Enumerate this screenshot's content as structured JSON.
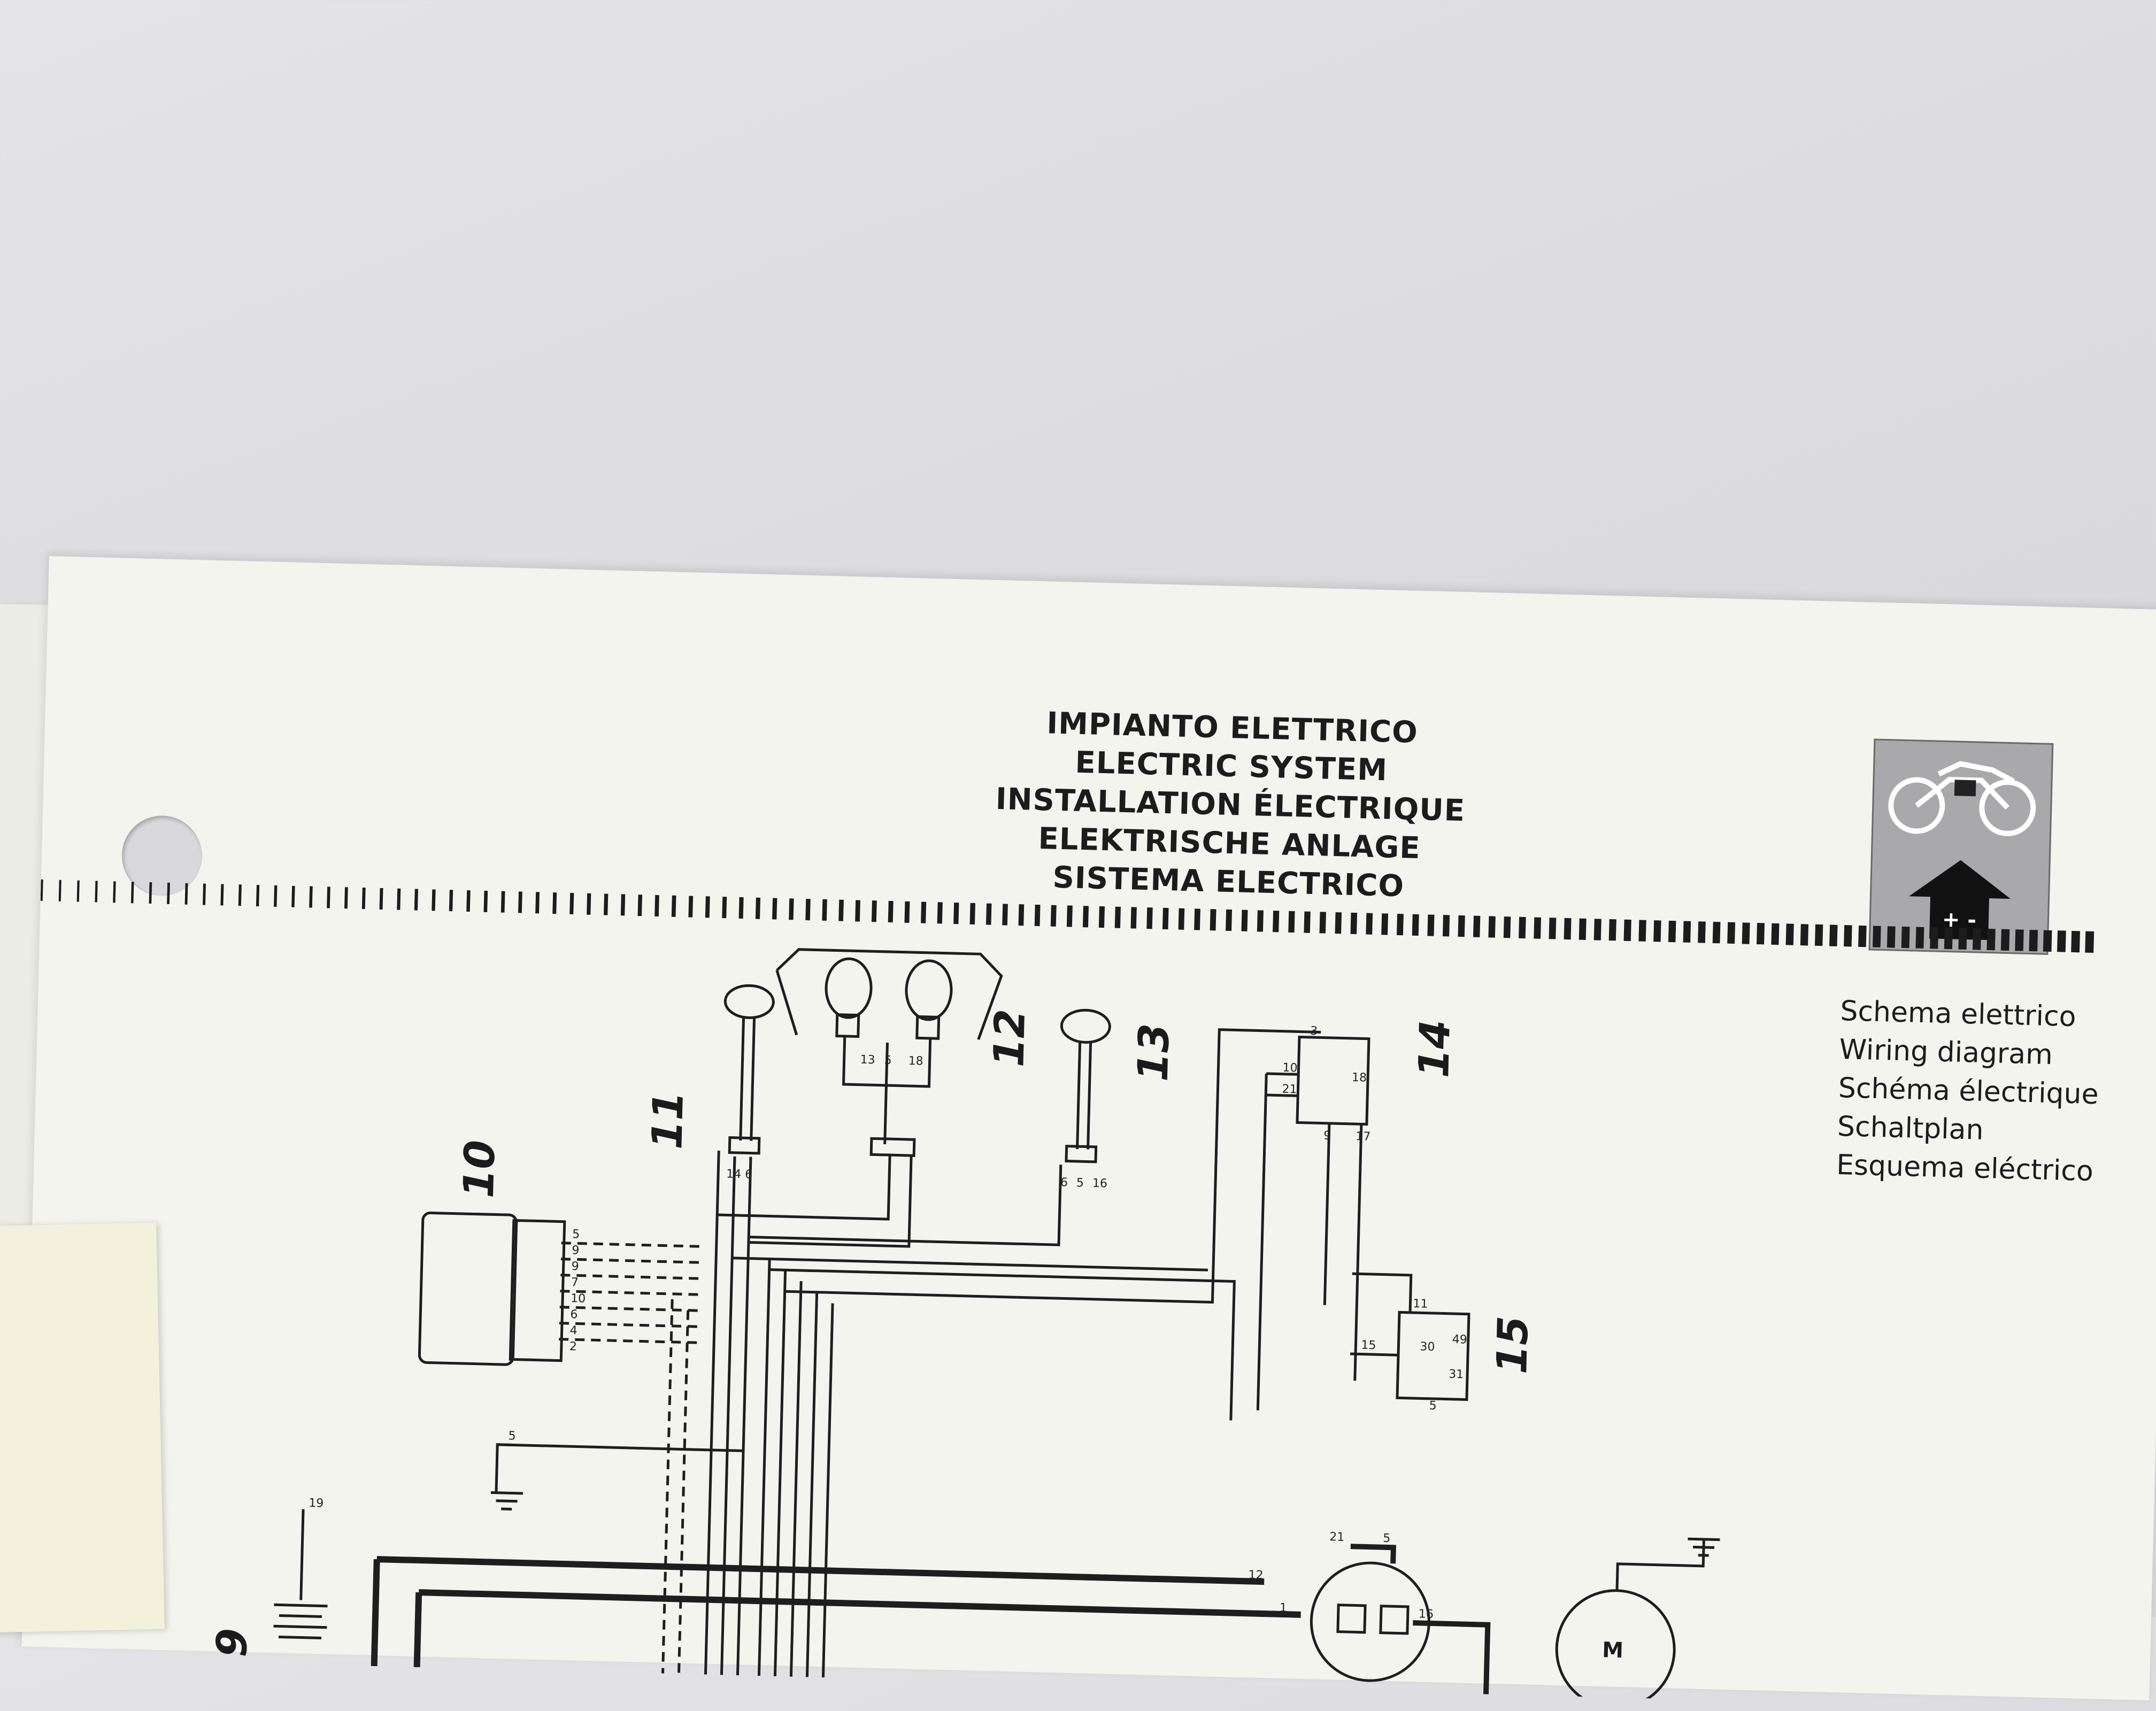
{
  "header": {
    "titles": [
      "IMPIANTO ELETTRICO",
      "ELECTRIC SYSTEM",
      "INSTALLATION ÉLECTRIQUE",
      "ELEKTRISCHE ANLAGE",
      "SISTEMA ELECTRICO"
    ]
  },
  "icon": {
    "name": "motorcycle-battery-icon",
    "symbol": "+ -"
  },
  "subtitle": {
    "lines": [
      "Schema elettrico",
      "Wiring diagram",
      "Schéma électrique",
      "Schaltplan",
      "Esquema eléctrico"
    ]
  },
  "diagram": {
    "component_numbers": [
      "9",
      "10",
      "11",
      "12",
      "13",
      "14",
      "15"
    ],
    "relay_14_pins": [
      "3",
      "10",
      "18",
      "21",
      "9",
      "17"
    ],
    "relay_15_pins": [
      "11",
      "30",
      "49",
      "31",
      "5",
      "15"
    ],
    "connector_10_pins": [
      "5",
      "9",
      "9",
      "7",
      "10",
      "6",
      "4",
      "2"
    ],
    "lamp_12_pins": [
      "13",
      "5",
      "18"
    ],
    "lamp_11_pins": [
      "14",
      "6"
    ],
    "lamp_13_pins": [
      "6",
      "5",
      "16"
    ],
    "misc_pins": [
      "5",
      "19",
      "12",
      "1",
      "21",
      "5",
      "16"
    ],
    "motor_label": "M"
  },
  "colors": {
    "ink": "#1c1c1c",
    "paper": "#f4f4ef",
    "icon_bg": "#a9a9ab"
  }
}
